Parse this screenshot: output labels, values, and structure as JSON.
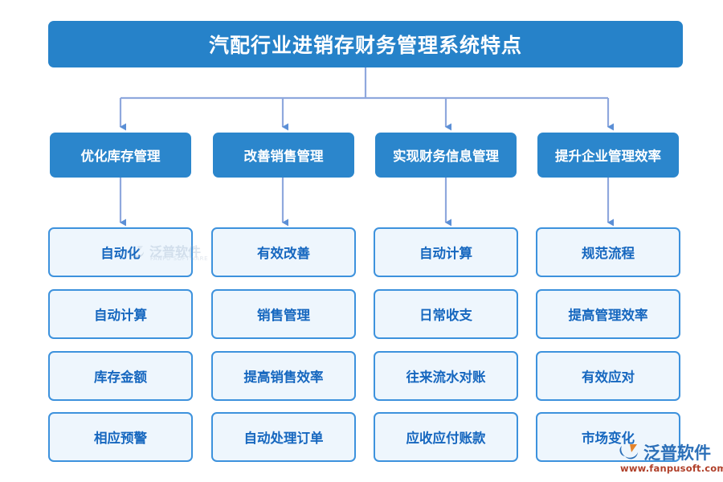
{
  "diagram": {
    "title": "汽配行业进销存财务管理系统特点",
    "colors": {
      "title_bg": "#2682c9",
      "level2_bg": "#2b86cc",
      "leaf_bg": "#eef6fd",
      "leaf_border": "#3d92dd",
      "leaf_text": "#1667bf",
      "connector": "#8fa8dd",
      "title_text": "#ffffff"
    },
    "columns": [
      {
        "heading": "优化库存管理",
        "leaves": [
          "自动化",
          "自动计算",
          "库存金额",
          "相应预警"
        ]
      },
      {
        "heading": "改善销售管理",
        "leaves": [
          "有效改善",
          "销售管理",
          "提高销售效率",
          "自动处理订单"
        ]
      },
      {
        "heading": "实现财务信息管理",
        "leaves": [
          "自动计算",
          "日常收支",
          "往来流水对账",
          "应收应付账款"
        ]
      },
      {
        "heading": "提升企业管理效率",
        "leaves": [
          "规范流程",
          "提高管理效率",
          "有效应对",
          "市场变化"
        ]
      }
    ]
  },
  "watermarks": {
    "center": {
      "name": "泛普软件",
      "subtitle": "FANPU SOFTWARE"
    },
    "corner": {
      "name": "泛普软件",
      "url": "www.fanpusoft.com"
    }
  }
}
